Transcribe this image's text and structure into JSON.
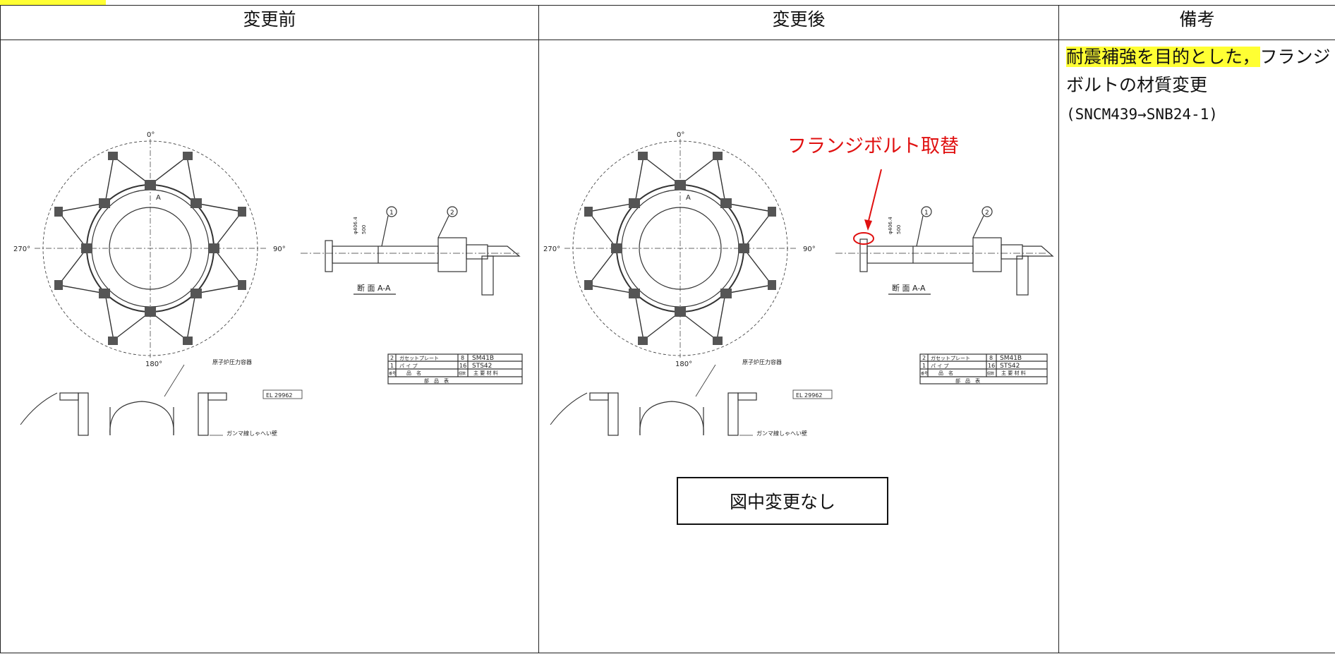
{
  "header": {
    "before": "変更前",
    "after": "変更後",
    "remarks": "備考"
  },
  "remarks": {
    "highlight": "耐震補強を目的とした，",
    "text": "フランジボルトの材質変更",
    "sub": "(SNCM439→SNB24-1)"
  },
  "after": {
    "callout": "フランジボルト取替",
    "no_change_box": "図中変更なし"
  },
  "drawing": {
    "angle_top": "0°",
    "angle_right": "90°",
    "angle_bottom": "180°",
    "angle_left": "270°",
    "section_mark": "A",
    "section_title": "断 面 A-A",
    "callout_1": "1",
    "callout_2": "2",
    "dim_1": "φ406.4",
    "dim_2": "500",
    "label_vessel": "原子炉圧力容器",
    "label_wall": "ガンマ線しゃへい壁",
    "label_elev": "EL 29962",
    "parts": [
      {
        "no": "2",
        "name": "ガセットプレート",
        "qty": "8",
        "mat": "SM41B"
      },
      {
        "no": "1",
        "name": "パ イ プ",
        "qty": "16",
        "mat": "STS42"
      }
    ],
    "parts_head": {
      "no": "番号",
      "name": "品　名",
      "qty": "個数",
      "mat": "主 要 材 料"
    },
    "parts_caption": "部　品　表"
  },
  "colors": {
    "highlight": "#ffff33",
    "callout_red": "#e01010"
  }
}
